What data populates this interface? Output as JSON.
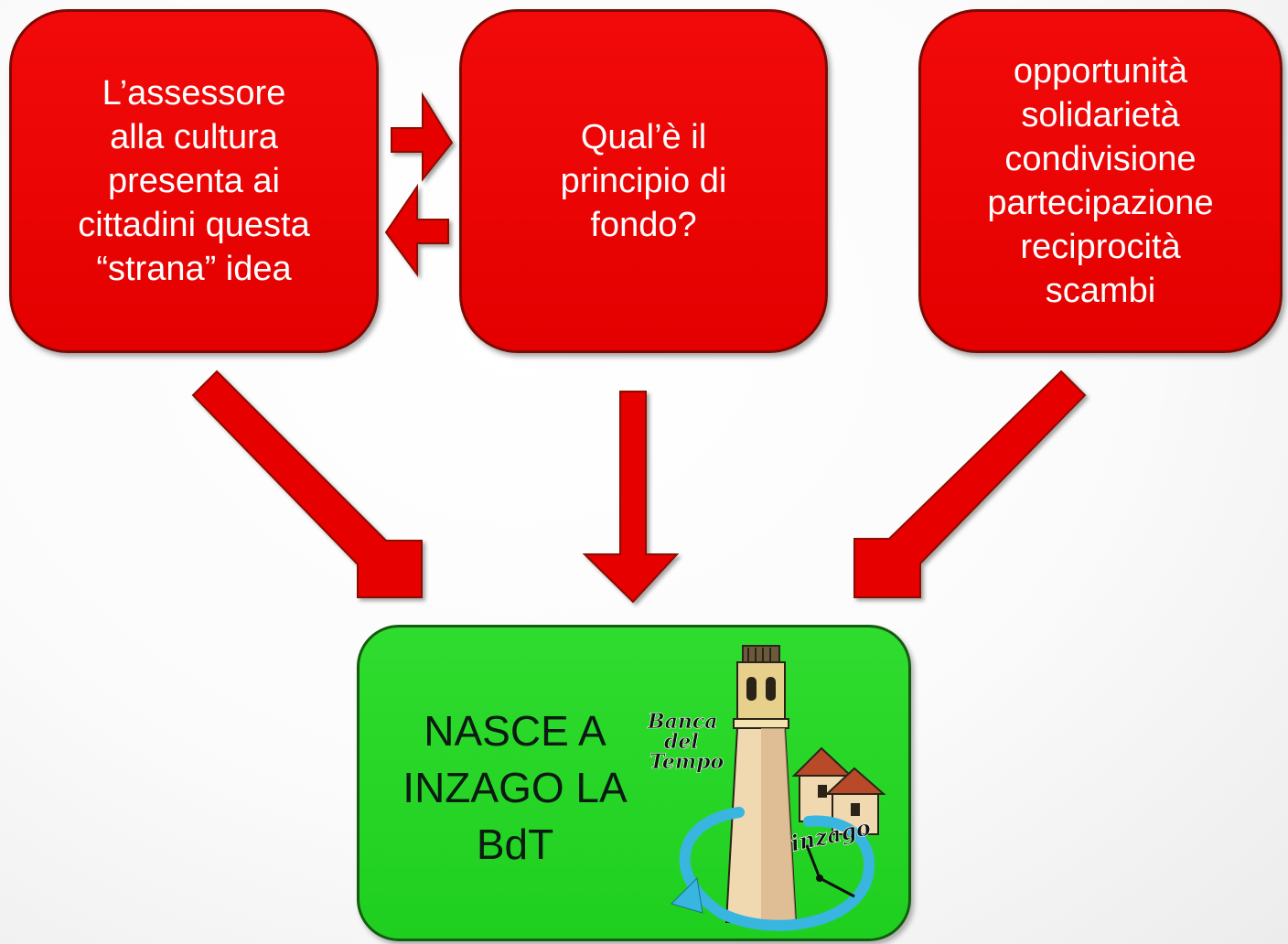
{
  "boxes": [
    {
      "lines": [
        "L’assessore",
        "alla cultura",
        "presenta ai",
        "cittadini questa",
        "“strana” idea"
      ]
    },
    {
      "lines": [
        "Qual’è il",
        "principio di",
        "fondo?"
      ]
    },
    {
      "lines": [
        "opportunità",
        "solidarietà",
        "condivisione",
        "partecipazione",
        "reciprocità",
        "scambi"
      ]
    }
  ],
  "result": {
    "lines": [
      "NASCE A",
      "INZAGO LA",
      "BdT"
    ]
  },
  "logo": {
    "line1": "Banca",
    "line2": "del",
    "line3": "Tempo",
    "town": "inzago"
  },
  "colors": {
    "box_fill": "#e60000",
    "box_border": "#7a0b05",
    "arrow": "#e60000",
    "result_fill": "#22d022",
    "result_border": "#145c10"
  }
}
